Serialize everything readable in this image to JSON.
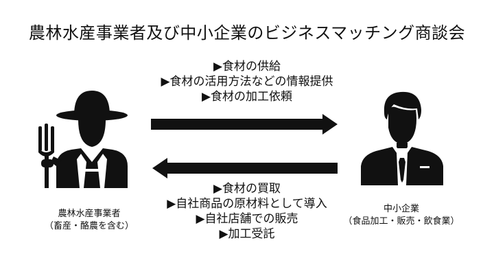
{
  "title": "農林水産事業者及び中小企業のビジネスマッチング商談会",
  "to_smb": {
    "items": [
      "▶食材の供給",
      "▶食材の活用方法などの情報提供",
      "▶食材の加工依頼"
    ]
  },
  "to_producer": {
    "items": [
      "▶食材の買取",
      "▶自社商品の原材料として導入",
      "▶自社店舗での販売",
      "▶加工受託"
    ]
  },
  "producer": {
    "name": "農林水産事業者",
    "note": "（畜産・酪農を含む）",
    "icon": "farmer-icon"
  },
  "smb": {
    "name": "中小企業",
    "note": "（食品加工・販売・飲食業）",
    "icon": "businessman-icon"
  },
  "colors": {
    "ink": "#111111",
    "background": "#ffffff"
  }
}
